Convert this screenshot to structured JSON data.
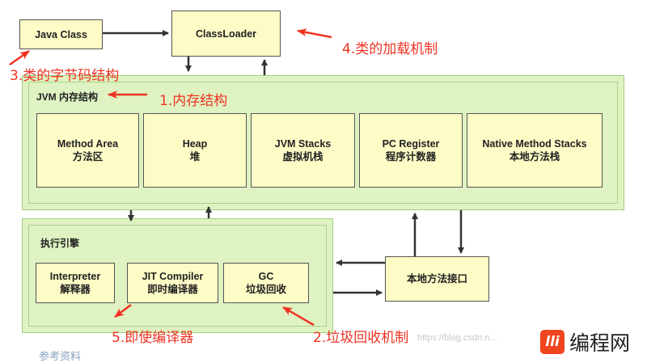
{
  "boxes": {
    "java_class": "Java Class",
    "classloader": "ClassLoader",
    "native_interface": "本地方法接口"
  },
  "runtime": {
    "title": "JVM 内存结构",
    "areas": [
      {
        "name": "Method Area",
        "sub": "方法区"
      },
      {
        "name": "Heap",
        "sub": "堆"
      },
      {
        "name": "JVM Stacks",
        "sub": "虚拟机栈"
      },
      {
        "name": "PC Register",
        "sub": "程序计数器"
      },
      {
        "name": "Native Method Stacks",
        "sub": "本地方法栈"
      }
    ]
  },
  "engine": {
    "title": "执行引擎",
    "items": [
      {
        "name": "Interpreter",
        "sub": "解释器"
      },
      {
        "name": "JIT Compiler",
        "sub": "即时编译器"
      },
      {
        "name": "GC",
        "sub": "垃圾回收"
      }
    ]
  },
  "annotations": {
    "a1": "1.内存结构",
    "a2": "2.垃圾回收机制",
    "a3": "3.类的字节码结构",
    "a4": "4.类的加载机制",
    "a5": "5.即使编译器"
  },
  "footer": {
    "bottom_text": "参考资料",
    "watermark": "https://blog.csdn.n...",
    "logo_badge": "lli",
    "logo_text": "编程网"
  },
  "colors": {
    "box_fill": "#fdfbc6",
    "panel_fill": "#dff2c2",
    "annotation": "#ee3322"
  }
}
